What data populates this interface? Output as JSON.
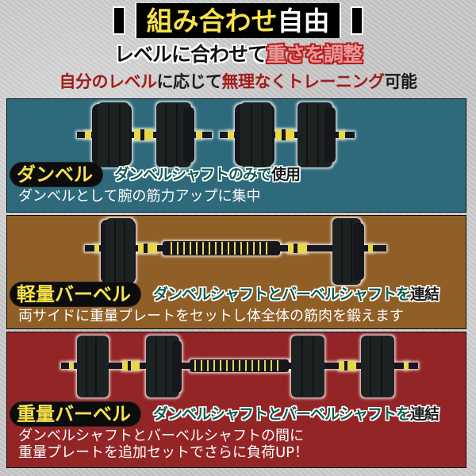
{
  "header": {
    "title_highlight": "組み合わせ",
    "title_plain": "自由",
    "subtitle1_plain": "レベルに合わせて",
    "subtitle1_accent": "重さを調整",
    "subtitle2_parts": [
      {
        "text": "自分のレベル",
        "style": "red"
      },
      {
        "text": "に応じて",
        "style": "dark"
      },
      {
        "text": "無理なくトレーニング",
        "style": "red"
      },
      {
        "text": "可能",
        "style": "dark"
      }
    ]
  },
  "colors": {
    "title_yellow": "#f6e24a",
    "accent_red": "#a31a1a",
    "panel_teal": "#2f6a7c",
    "panel_brown": "#905e27",
    "panel_red": "#942527",
    "tagline_green": "#0f5a4c",
    "plate_black": "#15191b",
    "shaft_yellow": "#e8d84a"
  },
  "modes": [
    {
      "id": "dumbbell",
      "badge": "ダンベル",
      "tagline_green": "ダンベルシャフトのみで",
      "tagline_dark": "使用",
      "description_lines": [
        "ダンベルとして腕の筋力アップに集中"
      ],
      "illustration": "two-dumbbells"
    },
    {
      "id": "light-barbell",
      "badge": "軽量バーベル",
      "tagline_green": "ダンベルシャフトとバーベルシャフトを",
      "tagline_dark": "連結",
      "description_lines": [
        "両サイドに重量プレートをセットし体全体の筋肉を鍛えます"
      ],
      "illustration": "barbell-2-plates"
    },
    {
      "id": "heavy-barbell",
      "badge": "重量バーベル",
      "tagline_green": "ダンベルシャフトとバーベルシャフトを",
      "tagline_dark": "連結",
      "description_lines": [
        "ダンベルシャフトとバーベルシャフトの間に",
        "重量プレートを追加セットでさらに負荷UP！"
      ],
      "illustration": "barbell-4-plates"
    }
  ]
}
